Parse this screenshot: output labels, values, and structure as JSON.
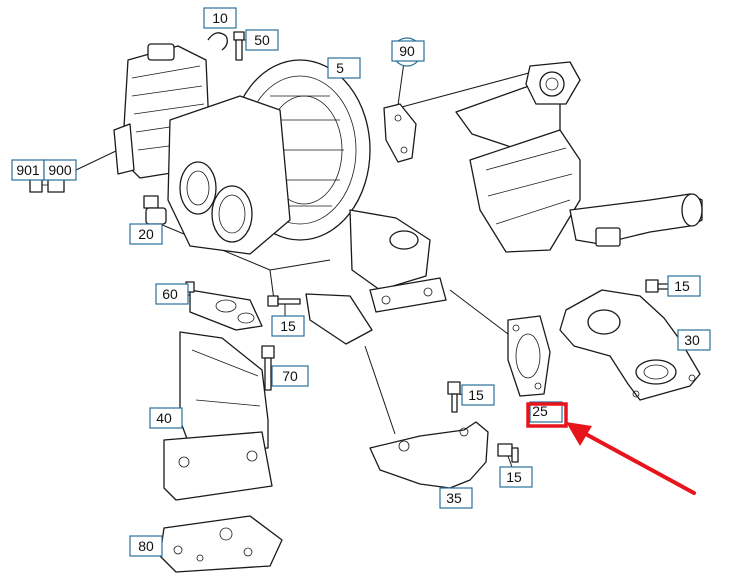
{
  "callouts": {
    "c10": "10",
    "c50": "50",
    "c5": "5",
    "c90": "90",
    "c901": "901",
    "c900": "900",
    "c20": "20",
    "c60": "60",
    "c15a": "15",
    "c15b": "15",
    "c15c": "15",
    "c15d": "15",
    "c70": "70",
    "c30": "30",
    "c25": "25",
    "c40": "40",
    "c35": "35",
    "c80": "80"
  },
  "highlight": {
    "target_callout": "25",
    "box_color": "#e8141c",
    "arrow_color": "#e8141c"
  },
  "colors": {
    "label_border": "#2a6f9b",
    "line_art": "#1a1a1a"
  }
}
